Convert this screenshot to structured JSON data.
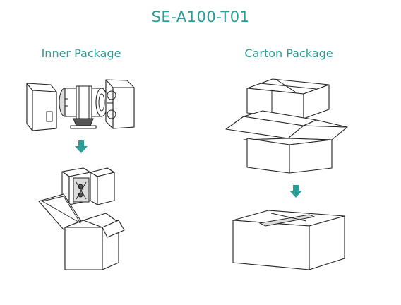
{
  "title": "SE-A100-T01",
  "sections": {
    "inner": {
      "label": "Inner Package"
    },
    "carton": {
      "label": "Carton Package"
    }
  },
  "colors": {
    "accent": "#2a9d97",
    "line": "#222222"
  },
  "icons": {
    "step_arrow": "arrow-down-icon"
  }
}
